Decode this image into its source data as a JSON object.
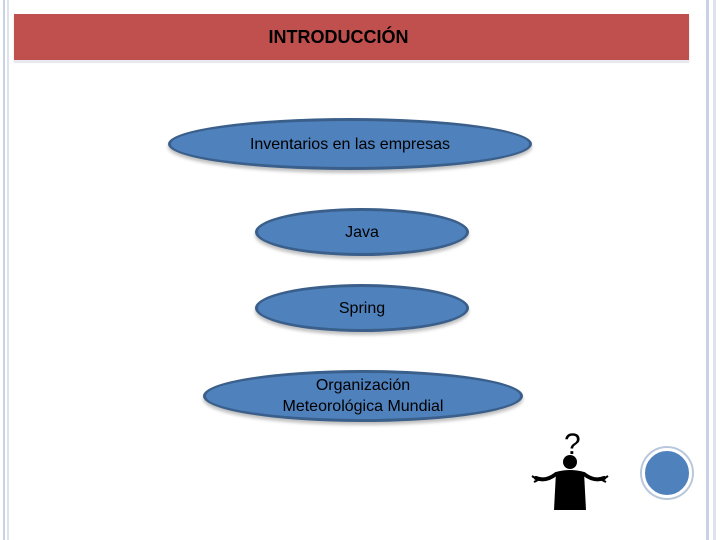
{
  "slide": {
    "title": "INTRODUCCIÓN",
    "accent_color": "#c0504d",
    "node_color": "#4f81bd"
  },
  "nodes": [
    {
      "label": "Inventarios en las empresas"
    },
    {
      "label": "Java"
    },
    {
      "label": "Spring"
    },
    {
      "label": "Organización\nMeteorológica Mundial"
    }
  ],
  "figure": {
    "question_mark": "?",
    "icon": "confused-person-icon"
  }
}
